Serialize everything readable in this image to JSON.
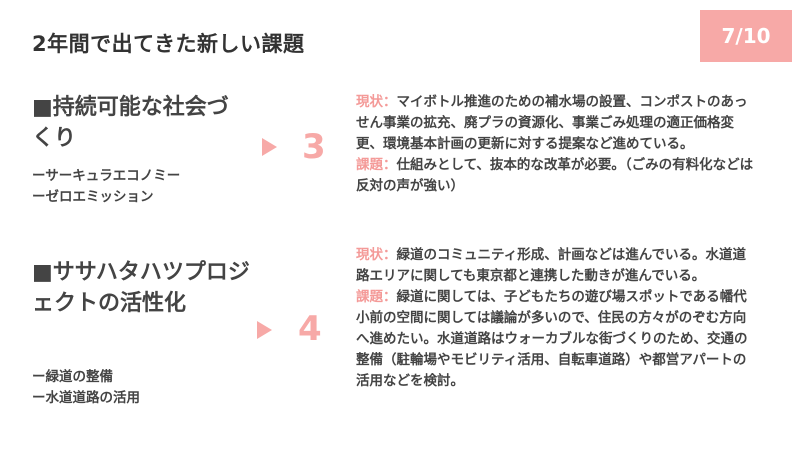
{
  "slide": {
    "title": "2年間で出てきた新しい課題",
    "page_indicator": "7/10"
  },
  "accent_color": "#f7a9a7",
  "sections": [
    {
      "heading": "■持続可能な社会づくり",
      "sub_items": [
        "ーサーキュラエコノミー",
        "ーゼロエミッション"
      ],
      "score": "3",
      "status_label": "現状：",
      "status_text": "マイボトル推進のための補水場の設置、コンポストのあっせん事業の拡充、廃プラの資源化、事業ごみ処理の適正価格変更、環境基本計画の更新に対する提案など進めている。",
      "issue_label": "課題：",
      "issue_text": "仕組みとして、抜本的な改革が必要。（ごみの有料化などは反対の声が強い）"
    },
    {
      "heading": "■ササハタハツプロジェクトの活性化",
      "sub_items": [
        "ー緑道の整備",
        "ー水道道路の活用"
      ],
      "score": "4",
      "status_label": "現状：",
      "status_text": "緑道のコミュニティ形成、計画などは進んでいる。水道道路エリアに関しても東京都と連携した動きが進んでいる。",
      "issue_label": "課題：",
      "issue_text": "緑道に関しては、子どもたちの遊び場スポットである幡代小前の空間に関しては議論が多いので、住民の方々がのぞむ方向へ進めたい。水道道路はウォーカブルな街づくりのため、交通の整備（駐輪場やモビリティ活用、自転車道路）や都営アパートの活用などを検討。"
    }
  ]
}
